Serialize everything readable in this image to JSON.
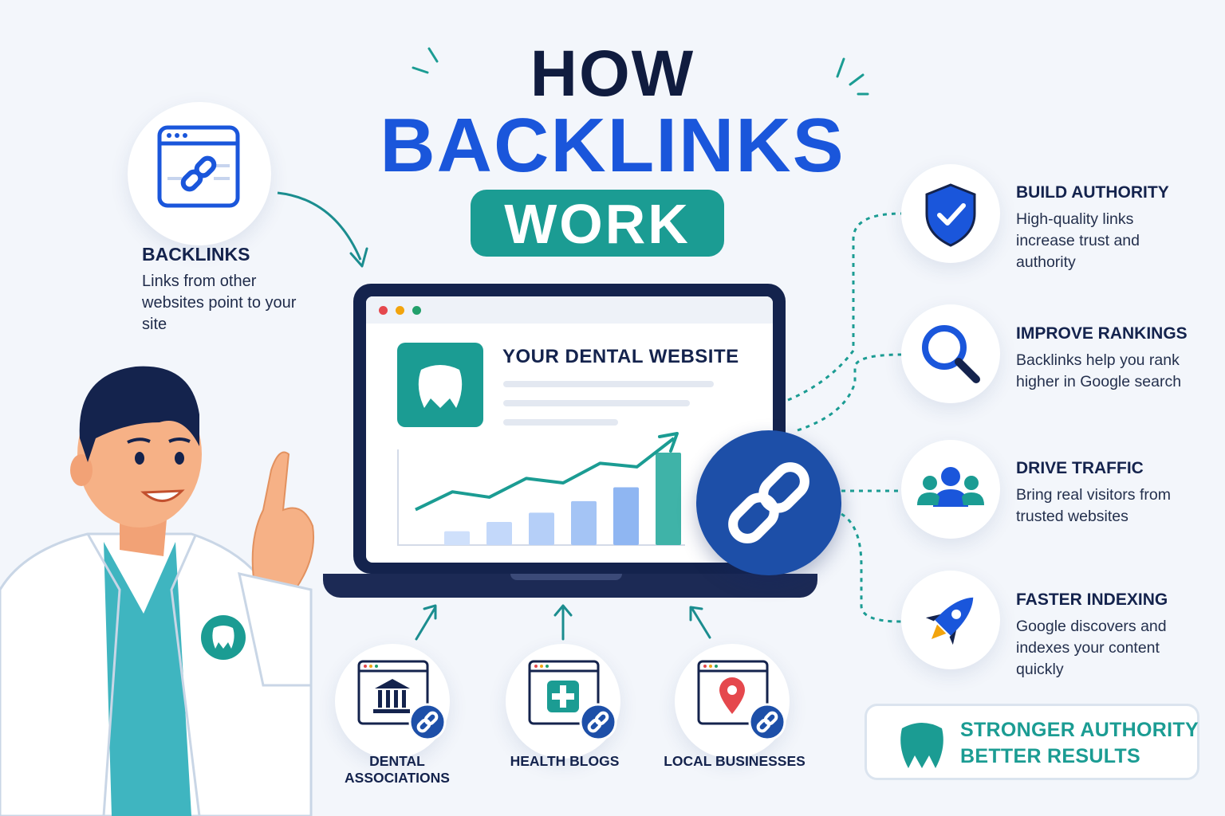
{
  "title": {
    "line1": "HOW",
    "line2": "BACKLINKS",
    "line3": "WORK"
  },
  "intro": {
    "heading": "BACKLINKS",
    "description": "Links from other websites point to your site"
  },
  "website": {
    "title": "YOUR DENTAL WEBSITE"
  },
  "sources": [
    {
      "label": "DENTAL ASSOCIATIONS",
      "icon": "bank-icon"
    },
    {
      "label": "HEALTH BLOGS",
      "icon": "medical-cross-icon"
    },
    {
      "label": "LOCAL BUSINESSES",
      "icon": "map-pin-icon"
    }
  ],
  "benefits": [
    {
      "title": "BUILD AUTHORITY",
      "description": "High-quality links increase trust and authority",
      "icon": "shield-check-icon"
    },
    {
      "title": "IMPROVE RANKINGS",
      "description": "Backlinks help you rank higher in Google search",
      "icon": "magnifier-icon"
    },
    {
      "title": "DRIVE TRAFFIC",
      "description": "Bring real visitors from trusted websites",
      "icon": "users-icon"
    },
    {
      "title": "FASTER INDEXING",
      "description": "Google discovers and indexes your content quickly",
      "icon": "rocket-icon"
    }
  ],
  "cta": {
    "line1": "STRONGER AUTHORITY",
    "line2": "BETTER RESULTS"
  },
  "chart_data": {
    "type": "bar",
    "values": [
      12,
      20,
      28,
      38,
      50,
      80
    ],
    "trend": [
      20,
      40,
      34,
      55,
      50,
      72,
      68,
      100
    ]
  },
  "colors": {
    "navy": "#14234d",
    "blue": "#1a56db",
    "teal": "#1b9c93",
    "link_circle": "#1d4fa8"
  }
}
